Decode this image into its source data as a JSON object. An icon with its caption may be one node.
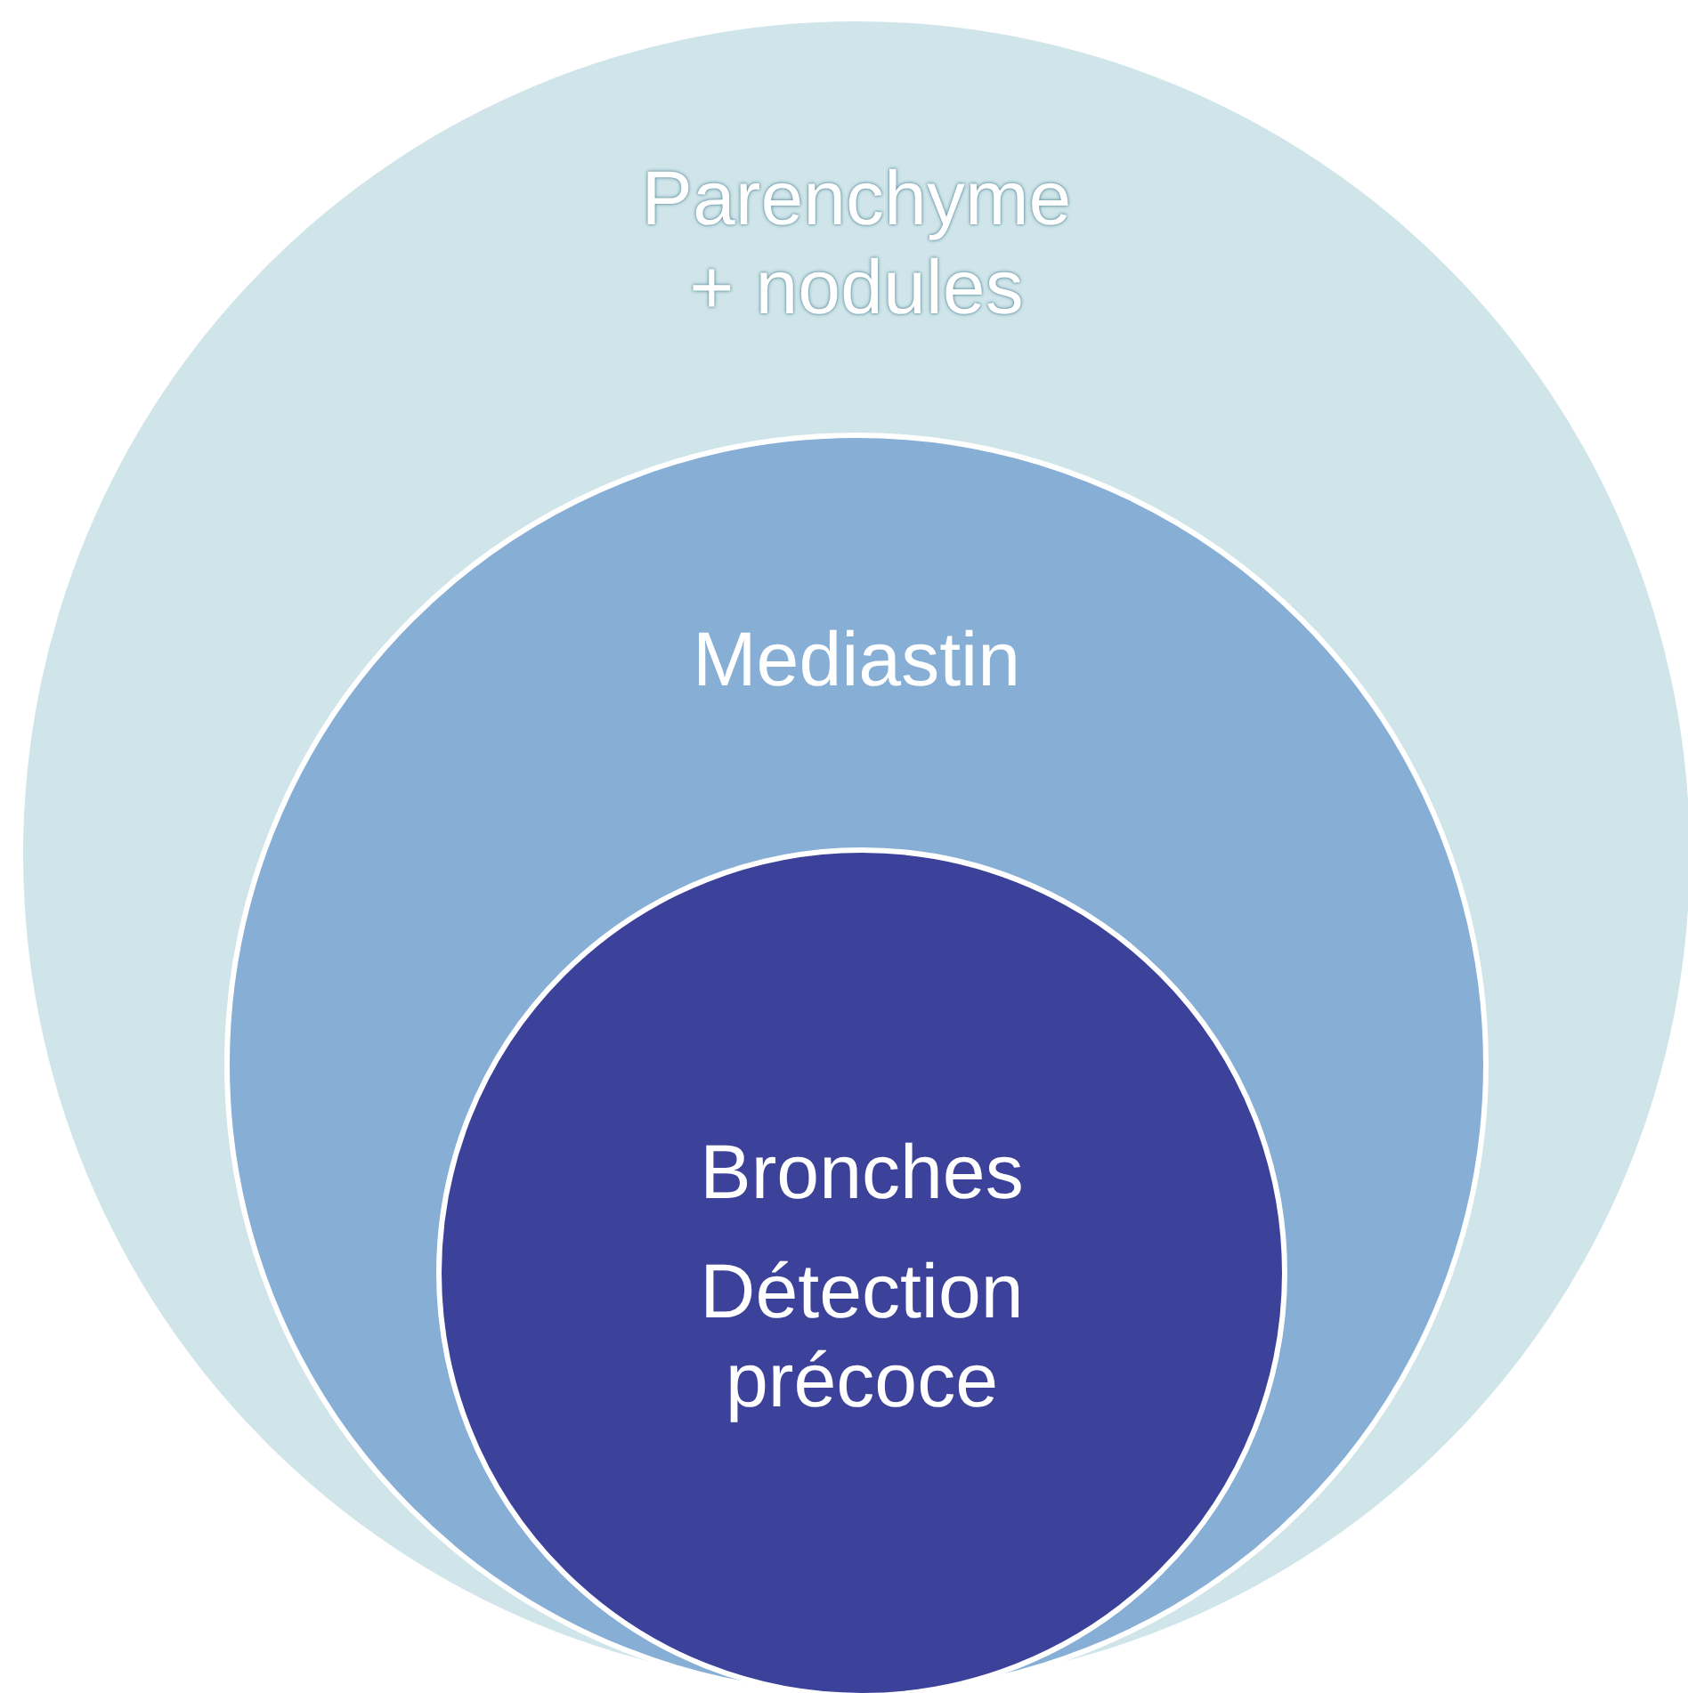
{
  "diagram": {
    "nodes": [
      {
        "text": [
          "Parenchyme + nodules"
        ]
      },
      {
        "text": [
          "Mediastin"
        ],
        "in": 0
      },
      {
        "text": [
          "Bronches",
          "Détection précoce"
        ],
        "in": 1
      }
    ]
  }
}
